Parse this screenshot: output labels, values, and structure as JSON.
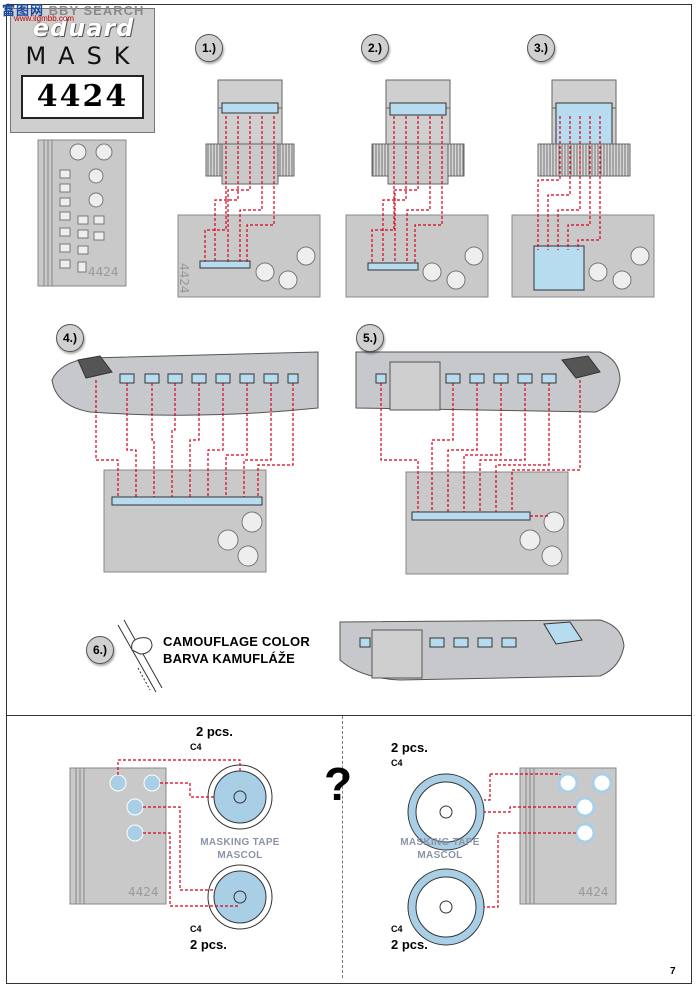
{
  "watermark": {
    "text_a": "富",
    "text_b": "图",
    "text_c": "网",
    "search": "BBY SEARCH",
    "url": "www.ilgmbb.com"
  },
  "logo": {
    "brand": "eduard",
    "product": "MASK",
    "code": "4424"
  },
  "steps": [
    "1.)",
    "2.)",
    "3.)",
    "4.)",
    "5.)",
    "6.)"
  ],
  "sheet_number": "4424",
  "camouflage": {
    "line1": "CAMOUFLAGE COLOR",
    "line2": "BARVA KAMUFLÁŽE"
  },
  "wheels": {
    "qty": "2 pcs.",
    "color": "C4",
    "tape_line1": "MASKING TAPE",
    "tape_line2": "MASCOL",
    "question": "?"
  },
  "page_number": "7",
  "colors": {
    "mask_blue": "#b7dcef",
    "panel_gray": "#c9c9c9",
    "leader_red": "#d9001b",
    "fuselage_gray": "#c6c8cc",
    "wheel_blue": "#a9cfe6"
  }
}
